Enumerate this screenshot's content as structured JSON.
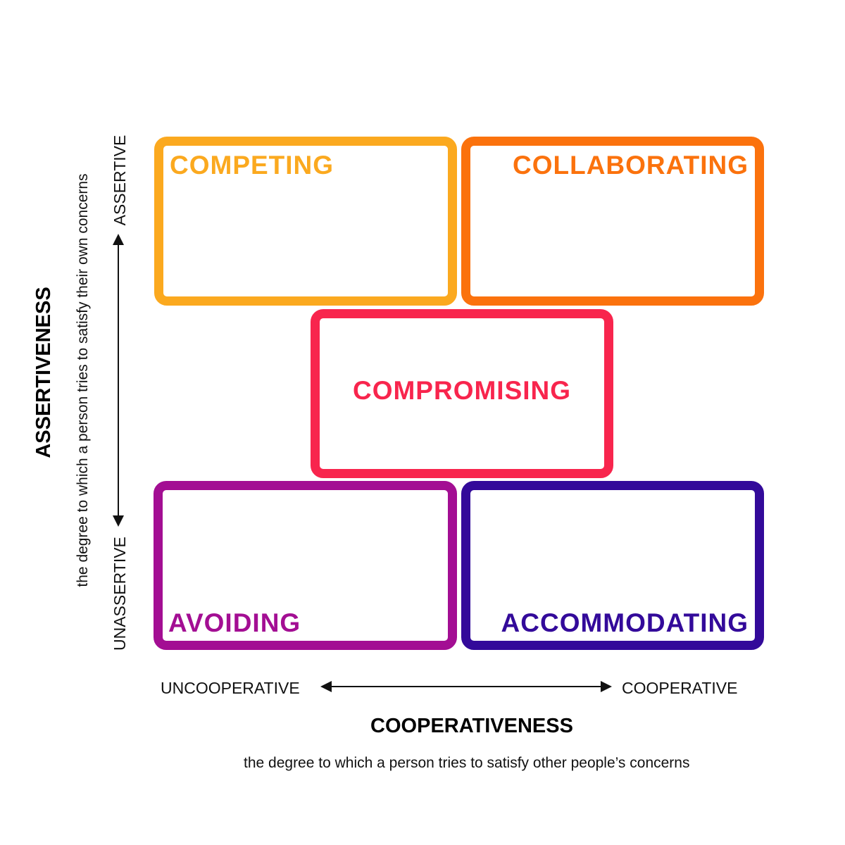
{
  "boxes": {
    "competing": {
      "label": "COMPETING",
      "color": "#fba91f"
    },
    "collaborating": {
      "label": "COLLABORATING",
      "color": "#fb720d"
    },
    "compromising": {
      "label": "COMPROMISING",
      "color": "#f8254d"
    },
    "avoiding": {
      "label": "AVOIDING",
      "color": "#a30e93"
    },
    "accommodating": {
      "label": "ACCOMMODATING",
      "color": "#330a9a"
    }
  },
  "y_axis": {
    "title": "ASSERTIVENESS",
    "description": "the degree to which a person tries to satisfy their own concerns",
    "high_label": "ASSERTIVE",
    "low_label": "UNASSERTIVE"
  },
  "x_axis": {
    "title": "COOPERATIVENESS",
    "description": "the degree to which a person tries to satisfy other people’s concerns",
    "low_label": "UNCOOPERATIVE",
    "high_label": "COOPERATIVE"
  }
}
